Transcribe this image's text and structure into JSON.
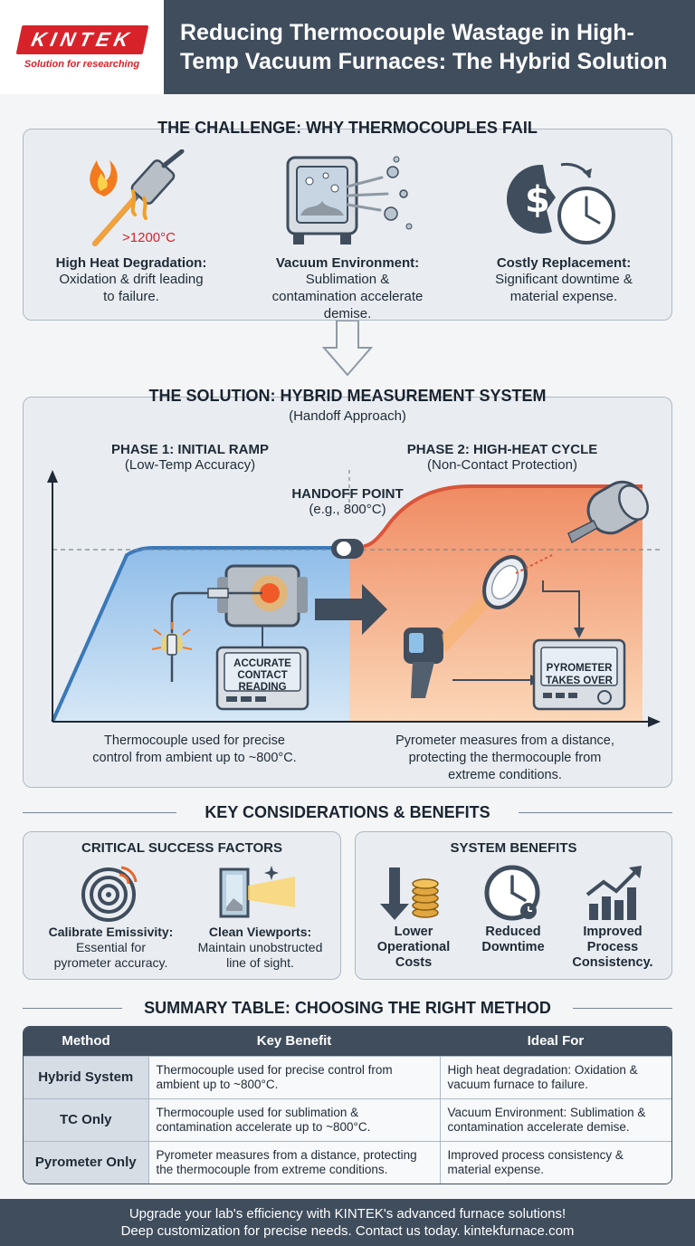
{
  "brand": {
    "logo": "KINTEK",
    "tagline": "Solution for researching"
  },
  "header": {
    "title": "Reducing Thermocouple Wastage in High-Temp Vacuum Furnaces: The Hybrid Solution"
  },
  "challenge": {
    "title": "THE CHALLENGE: WHY THERMOCOUPLES FAIL",
    "temp_label": ">1200°C",
    "items": [
      {
        "title": "High Heat Degradation:",
        "desc": "Oxidation & drift leading to failure.",
        "icon": "burning-thermocouple-icon"
      },
      {
        "title": "Vacuum Environment:",
        "desc": "Sublimation & contamination accelerate demise.",
        "icon": "vacuum-chamber-icon"
      },
      {
        "title": "Costly Replacement:",
        "desc": "Significant downtime & material expense.",
        "icon": "cost-clock-icon"
      }
    ]
  },
  "solution": {
    "title": "THE SOLUTION: HYBRID MEASUREMENT SYSTEM",
    "subtitle": "(Handoff Approach)",
    "phase1": {
      "title": "PHASE 1: INITIAL RAMP",
      "sub": "(Low-Temp Accuracy)"
    },
    "phase2": {
      "title": "PHASE 2: HIGH-HEAT CYCLE",
      "sub": "(Non-Contact Protection)"
    },
    "handoff": {
      "title": "HANDOFF POINT",
      "sub": "(e.g., 800°C)"
    },
    "contact_label": [
      "ACCURATE",
      "CONTACT",
      "READING"
    ],
    "pyrometer_label": [
      "PYROMETER",
      "TAKES OVER"
    ],
    "caption1": [
      "Thermocouple used for precise",
      "control from ambient up to ~800°C."
    ],
    "caption2": [
      "Pyrometer measures from a distance,",
      "protecting the thermocouple from",
      "extreme conditions."
    ],
    "colors": {
      "cool": "#a9cdef",
      "hot": "#f2a07c",
      "line_cool": "#3a78b8",
      "line_hot": "#d9553a"
    }
  },
  "considerations": {
    "title": "KEY CONSIDERATIONS & BENEFITS",
    "factors_title": "CRITICAL SUCCESS FACTORS",
    "factors": [
      {
        "title": "Calibrate Emissivity:",
        "desc": [
          "Essential for",
          "pyrometer accuracy."
        ],
        "icon": "target-icon"
      },
      {
        "title": "Clean Viewports:",
        "desc": [
          "Maintain unobstructed",
          "line of sight."
        ],
        "icon": "viewport-icon"
      }
    ],
    "benefits_title": "SYSTEM BENEFITS",
    "benefits": [
      {
        "label": [
          "Lower",
          "Operational",
          "Costs"
        ],
        "icon": "coins-down-icon"
      },
      {
        "label": [
          "Reduced",
          "Downtime"
        ],
        "icon": "clock-icon"
      },
      {
        "label": [
          "Improved",
          "Process",
          "Consistency."
        ],
        "icon": "growth-chart-icon"
      }
    ]
  },
  "summary": {
    "title": "SUMMARY TABLE: CHOOSING THE RIGHT METHOD",
    "headers": [
      "Method",
      "Key Benefit",
      "Ideal For"
    ],
    "rows": [
      {
        "method": "Hybrid System",
        "benefit": "Thermocouple used for precise control from ambient up to ~800°C.",
        "ideal": "High heat degradation: Oxidation & vacuum furnace to failure."
      },
      {
        "method": "TC Only",
        "benefit": "Thermocouple used for sublimation & contamination accelerate up to ~800°C.",
        "ideal": "Vacuum Environment: Sublimation & contamination accelerate demise."
      },
      {
        "method": "Pyrometer Only",
        "benefit": "Pyrometer measures from a distance, protecting the thermocouple from extreme conditions.",
        "ideal": "Improved process consistency & material expense."
      }
    ]
  },
  "footer": {
    "line1": "Upgrade your lab's efficiency with KINTEK's advanced furnace solutions!",
    "line2": "Deep customization for precise needs. Contact us today. kintekfurnace.com"
  }
}
